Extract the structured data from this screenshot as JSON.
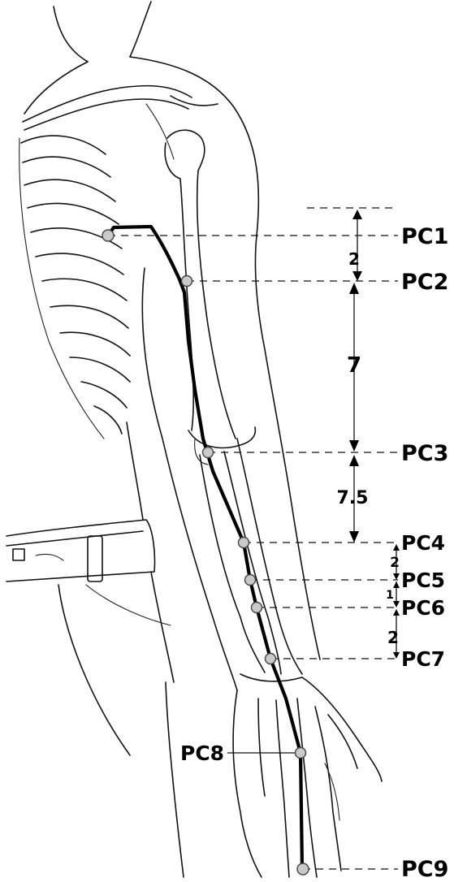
{
  "points": {
    "pc1": "PC1",
    "pc2": "PC2",
    "pc3": "PC3",
    "pc4": "PC4",
    "pc5": "PC5",
    "pc6": "PC6",
    "pc7": "PC7",
    "pc8": "PC8",
    "pc9": "PC9"
  },
  "measurements": {
    "pc1_pc2": "2",
    "pc2_pc3": "7",
    "pc3_pc4": "7.5",
    "pc4_pc5": "2",
    "pc5_pc6": "1",
    "pc6_pc7": "2"
  }
}
